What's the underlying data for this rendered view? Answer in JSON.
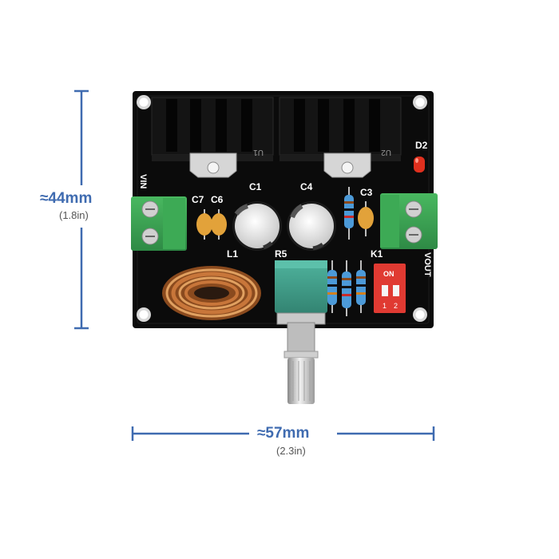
{
  "dimensions": {
    "height": {
      "main": "≈44mm",
      "sub": "(1.8in)"
    },
    "width": {
      "main": "≈57mm",
      "sub": "(2.3in)"
    }
  },
  "board": {
    "silkscreen": {
      "c1": "C1",
      "c4": "C4",
      "c7": "C7",
      "c6": "C6",
      "c3": "C3",
      "l1": "L1",
      "r5": "R5",
      "k1": "K1",
      "d2": "D2",
      "u1": "U1",
      "u2": "U2",
      "vin": "VIN",
      "vout": "VOUT",
      "on": "ON",
      "sw1": "1",
      "sw2": "2"
    }
  },
  "colors": {
    "dimension": "#3f6bb0",
    "pcb": "#0b0b0b",
    "terminal": "#3daa55",
    "pot": "#3e9e8a",
    "dip": "#e03a32",
    "inductor": "#c8763a",
    "led": "#e0301e"
  }
}
